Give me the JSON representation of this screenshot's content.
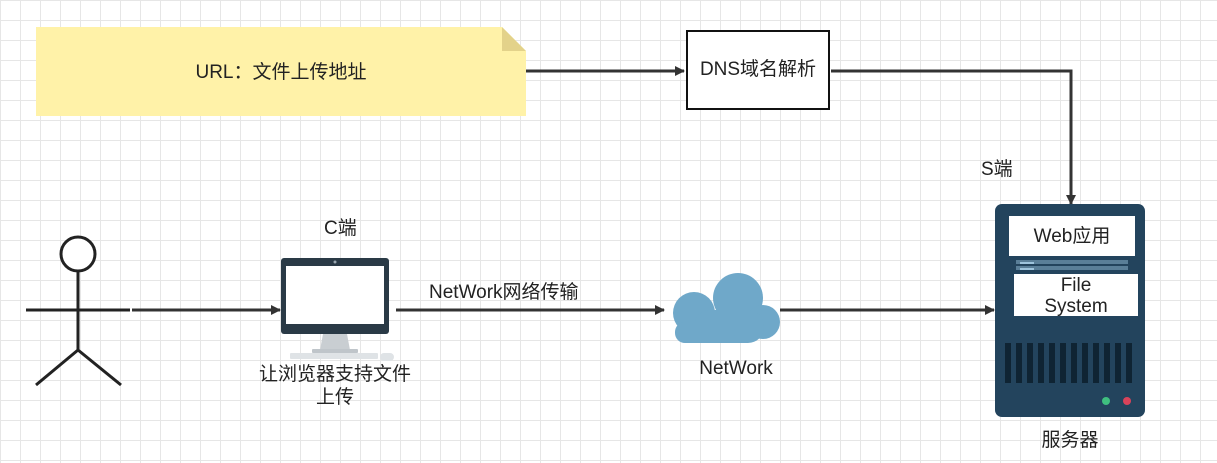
{
  "note": {
    "text": "URL：文件上传地址"
  },
  "dns": {
    "label": "DNS域名解析"
  },
  "labels": {
    "s_side": "S端",
    "c_side": "C端",
    "network_transfer": "NetWork网络传输",
    "network": "NetWork",
    "browser_caption_1": "让浏览器支持文件",
    "browser_caption_2": "上传",
    "server_caption": "服务器"
  },
  "server": {
    "web_app": "Web应用",
    "file_system_1": "File",
    "file_system_2": "System"
  },
  "colors": {
    "note_fill": "#fff2a8",
    "note_fold": "#e3d28a",
    "cloud": "#6fa8c9",
    "server_body": "#23445d",
    "led_green": "#3fbf7f",
    "led_red": "#d9435a",
    "arrow": "#333333"
  }
}
